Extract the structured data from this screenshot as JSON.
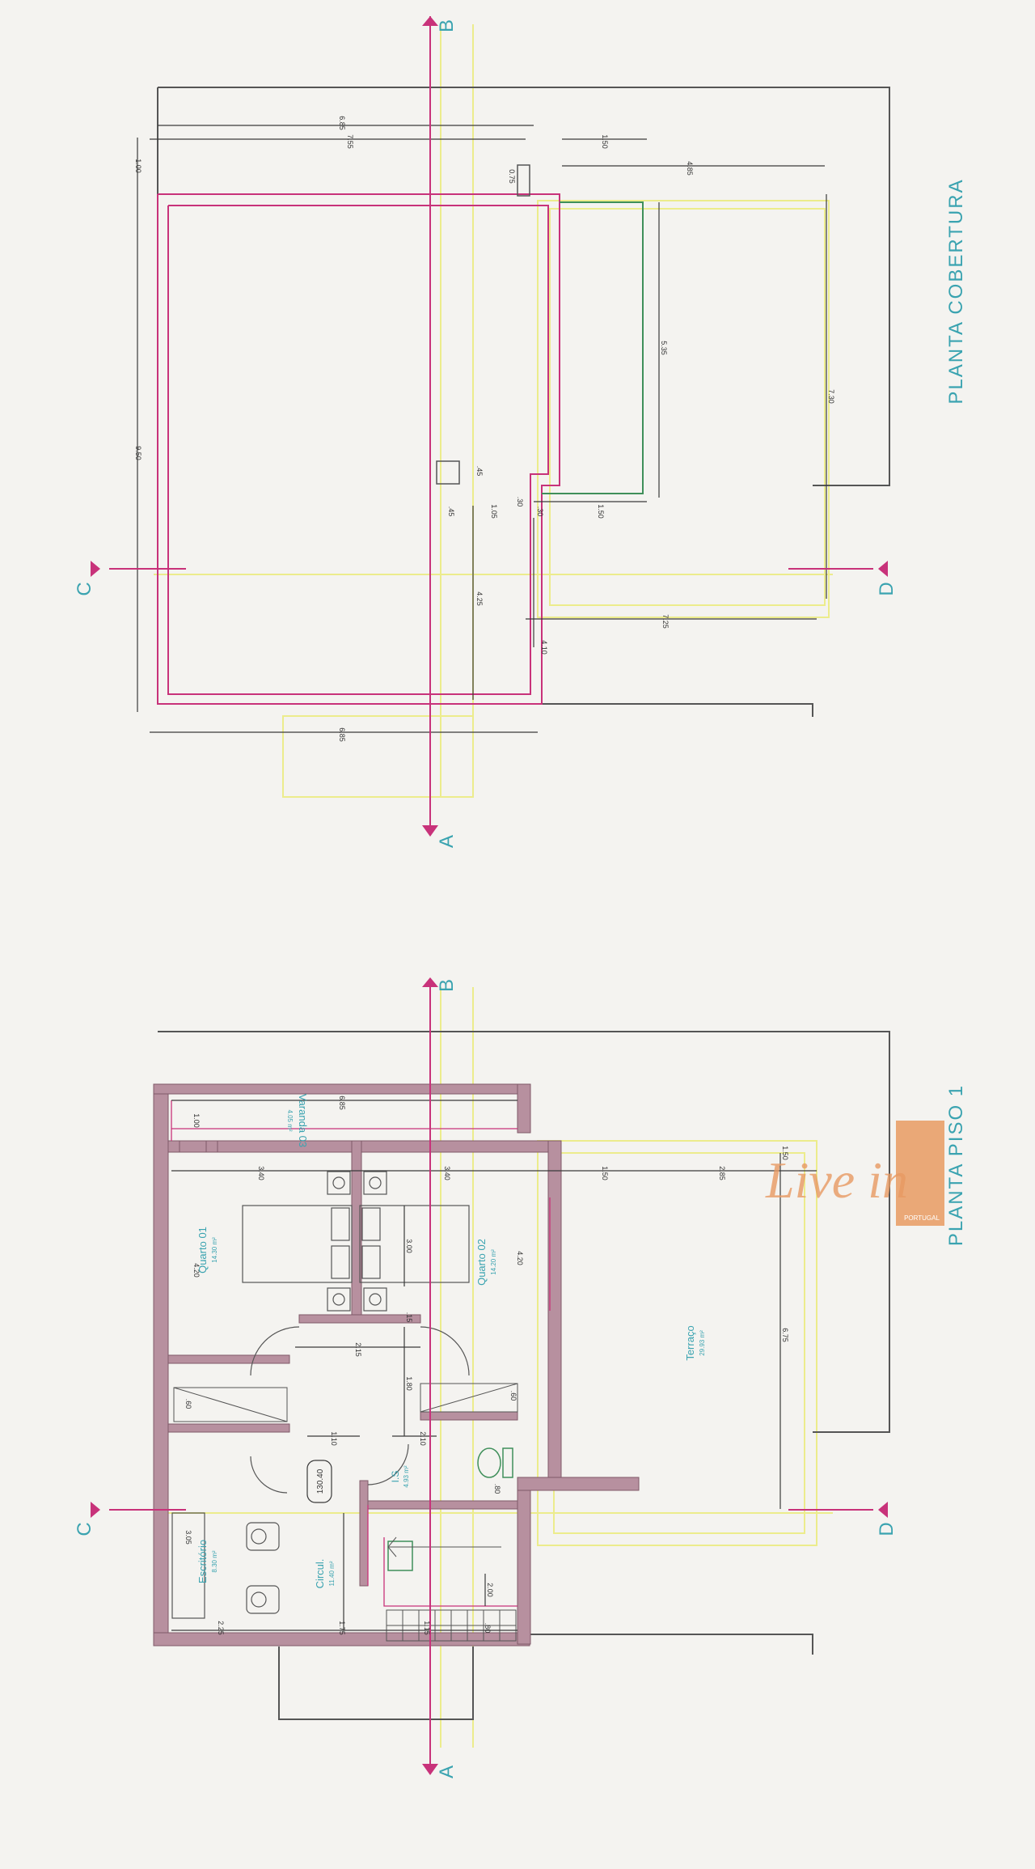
{
  "titles": {
    "roof": "PLANTA COBERTURA",
    "floor1": "PLANTA PISO 1"
  },
  "section_marks": {
    "a": "A",
    "b": "B",
    "c": "C",
    "d": "D"
  },
  "roof_dims": {
    "d_6_85_top": "6.85",
    "d_7_55": "7.55",
    "d_1_50_top": "1.50",
    "d_4_85": "4.85",
    "d_1_00": "1.00",
    "d_0_75": "0.75",
    "d_9_50": "9.50",
    "d_5_35": "5.35",
    "d_7_30": "7.30",
    "d_45_a": ".45",
    "d_45_b": ".45",
    "d_1_05": "1.05",
    "d_30_a": ".30",
    "d_30_b": ".30",
    "d_1_50_mid": "1.50",
    "d_4_25": "4.25",
    "d_4_10": "4.10",
    "d_7_25": "7.25",
    "d_6_85_bottom": "6.85"
  },
  "floor1_dims": {
    "d_1_00": "1.00",
    "d_6_85": "6.85",
    "d_3_40_a": "3.40",
    "d_3_40_b": "3.40",
    "d_1_50": "1.50",
    "d_2_85": "2.85",
    "d_1_50_r": "1.50",
    "d_4_20_a": "4.20",
    "d_4_20_b": "4.20",
    "d_3_00": "3.00",
    "d_15": ".15",
    "d_2_15": "2.15",
    "d_1_80": "1.80",
    "d_6_75": "6.75",
    "d_60_a": ".60",
    "d_60_b": ".60",
    "d_1_10": "1.10",
    "d_2_10": "2.10",
    "d_80": ".80",
    "d_3_05": "3.05",
    "d_2_00": "2.00",
    "d_2_25": "2.25",
    "d_1_75": "1.75",
    "d_1_15": "1.15",
    "d_80_b": ".80"
  },
  "rooms": {
    "varanda_name": "Varanda 03",
    "varanda_area": "4.05 m²",
    "quarto1_name": "Quarto 01",
    "quarto1_area": "14.30 m²",
    "quarto2_name": "Quarto 02",
    "quarto2_area": "14.20 m²",
    "terraco_name": "Terraço",
    "terraco_area": "29.93 m²",
    "is_name": "I.S",
    "is_area": "4.93 m²",
    "level": "130.40",
    "escritorio_name": "Escritório",
    "escritorio_area": "8.30 m²",
    "circul_name": "Circul.",
    "circul_area": "11.40 m²"
  },
  "logo": {
    "text": "Live in",
    "sub": "PORTUGAL"
  },
  "colors": {
    "wall": "#b7909f",
    "wall_edge": "#7f5a69",
    "pink_line": "#c8327a",
    "yellow_line": "#ecec8c",
    "teal_text": "#3aa3b0",
    "green_line": "#3f8f5a",
    "dim_line": "#3a3a3a",
    "logo_orange": "#e89a62"
  }
}
